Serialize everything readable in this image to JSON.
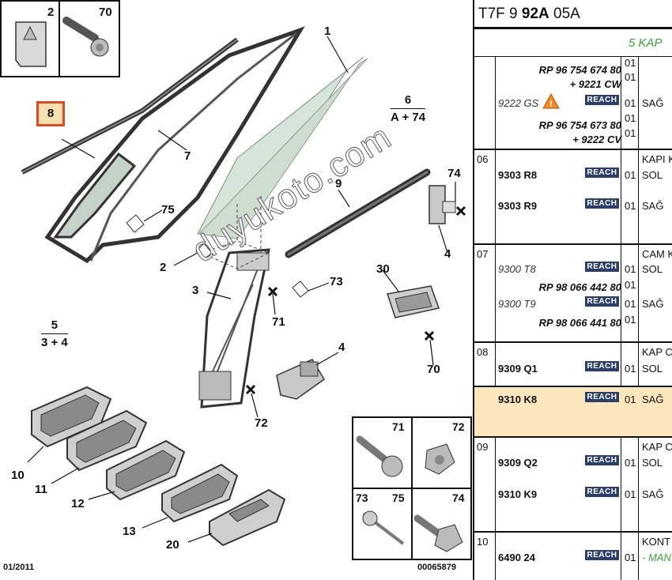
{
  "diagram": {
    "callouts": [
      {
        "id": "c2",
        "label": "2"
      },
      {
        "id": "c70a",
        "label": "70"
      },
      {
        "id": "c1",
        "label": "1"
      },
      {
        "id": "c8",
        "label": "8"
      },
      {
        "id": "c7",
        "label": "7"
      },
      {
        "id": "c75",
        "label": "75"
      },
      {
        "id": "c9",
        "label": "9"
      },
      {
        "id": "c74",
        "label": "74"
      },
      {
        "id": "c4a",
        "label": "4"
      },
      {
        "id": "c2b",
        "label": "2"
      },
      {
        "id": "c73",
        "label": "73"
      },
      {
        "id": "c3",
        "label": "3"
      },
      {
        "id": "c71",
        "label": "71"
      },
      {
        "id": "c30",
        "label": "30"
      },
      {
        "id": "c70b",
        "label": "70"
      },
      {
        "id": "c4b",
        "label": "4"
      },
      {
        "id": "c72",
        "label": "72"
      },
      {
        "id": "c10",
        "label": "10"
      },
      {
        "id": "c11",
        "label": "11"
      },
      {
        "id": "c12",
        "label": "12"
      },
      {
        "id": "c13",
        "label": "13"
      },
      {
        "id": "c20",
        "label": "20"
      }
    ],
    "selected_callout": "8",
    "fraction_6": {
      "num": "6",
      "den": "A + 74"
    },
    "fraction_5": {
      "num": "5",
      "den": "3 + 4"
    },
    "fastener_box": {
      "l71": "71",
      "l72": "72",
      "l73": "73",
      "l75": "75",
      "l74": "74"
    },
    "date": "01/2011",
    "ref": "00065879",
    "watermark": "duyukoto.com"
  },
  "table": {
    "header_code_pre": "T7F 9 ",
    "header_code_bold": "92A",
    "header_code_post": " 05A",
    "subheader": "5 KAP",
    "reach_label": "REACH",
    "groups": [
      {
        "group": "",
        "rows": [
          {
            "rp": "RP 96 754 674 80",
            "plus": "+ 9221 CW"
          },
          {
            "pn": "9222 GS",
            "qty": "01",
            "desc": "SAĞ"
          },
          {
            "rp": "RP 96 754 673 80",
            "plus": "+ 9222 CV"
          }
        ],
        "qtys": [
          "01",
          "01",
          "01",
          "01",
          "01"
        ]
      },
      {
        "group": "06",
        "desc_head": "KAPI K",
        "rows": [
          {
            "pn": "9303 R8",
            "qty": "01",
            "desc": "SOL"
          },
          {
            "pn": "9303 R9",
            "qty": "01",
            "desc": "SAĞ"
          }
        ]
      },
      {
        "group": "07",
        "desc_head": "CAM K",
        "rows": [
          {
            "pn": "9300 T8",
            "qty": "01",
            "desc": "SOL"
          },
          {
            "rp": "RP 98 066 442 80",
            "qty": "01"
          },
          {
            "pn": "9300 T9",
            "qty": "01",
            "desc": "SAĞ"
          },
          {
            "rp": "RP 98 066 441 80",
            "qty": "01"
          }
        ]
      },
      {
        "group": "08",
        "desc_head": "KAP C",
        "rows": [
          {
            "pn": "9309 Q1",
            "qty": "01",
            "desc": "SOL"
          },
          {
            "pn": "9310 K8",
            "qty": "01",
            "desc": "SAĞ"
          }
        ]
      },
      {
        "group": "09",
        "desc_head": "KAP C",
        "rows": [
          {
            "pn": "9309 Q2",
            "qty": "01",
            "desc": "SOL"
          },
          {
            "pn": "9310 K9",
            "qty": "01",
            "desc": "SAĞ"
          }
        ]
      },
      {
        "group": "10",
        "desc_head": "KONT",
        "rows": [
          {
            "pn": "6490 24",
            "qty": "01",
            "desc": "- MAN"
          }
        ]
      }
    ]
  }
}
